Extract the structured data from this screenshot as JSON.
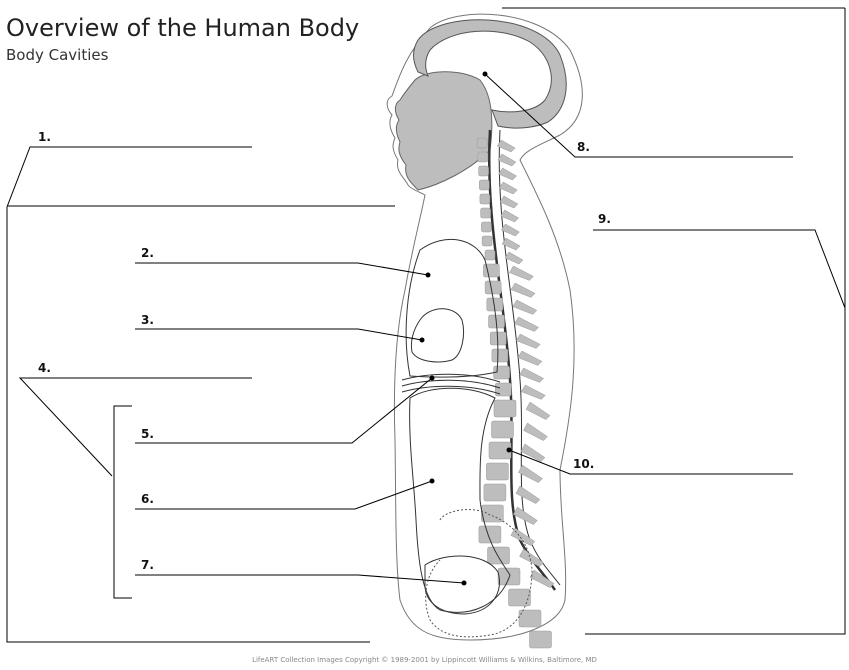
{
  "header": {
    "title": "Overview of the Human Body",
    "subtitle": "Body Cavities"
  },
  "labels": [
    "1.",
    "2.",
    "3.",
    "4.",
    "5.",
    "6.",
    "7.",
    "8.",
    "9.",
    "10."
  ],
  "footer": {
    "copyright": "LifeART Collection Images Copyright © 1989-2001 by Lippincott Williams & Wilkins, Baltimore, MD"
  },
  "colors": {
    "bone_fill": "#bdbdbd",
    "line": "#000000",
    "outline": "#555555"
  }
}
